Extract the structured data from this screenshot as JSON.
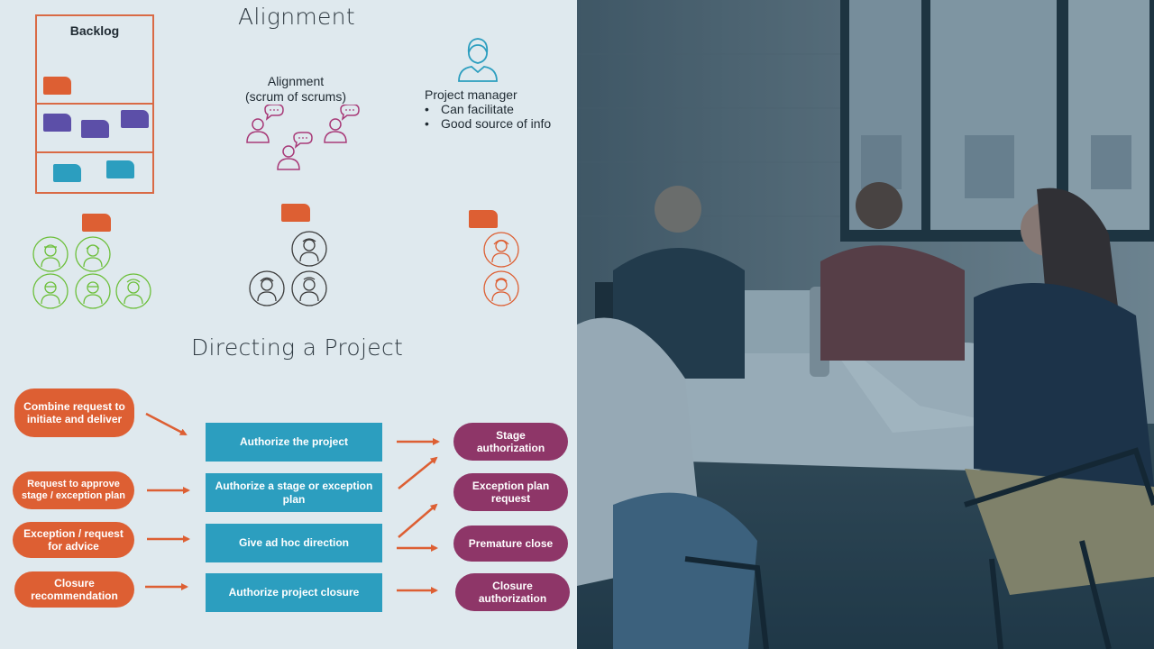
{
  "alignment_section": {
    "title": "Alignment",
    "backlog_label": "Backlog",
    "scrum_label_line1": "Alignment",
    "scrum_label_line2": "(scrum of scrums)",
    "pm_title": "Project manager",
    "pm_points": [
      "Can facilitate",
      "Good source of info"
    ],
    "colors": {
      "orange": "#dd5f33",
      "purple": "#5c4fa8",
      "teal": "#2c9ebf",
      "green": "#6cbf3a",
      "dark": "#3b3b3b"
    }
  },
  "directing_section": {
    "title": "Directing a Project",
    "inputs": [
      "Combine request to initiate and deliver",
      "Request to approve stage / exception plan",
      "Exception / request for advice",
      "Closure recommendation"
    ],
    "activities": [
      "Authorize the project",
      "Authorize a stage or exception plan",
      "Give ad hoc direction",
      "Authorize project closure"
    ],
    "outputs": [
      "Stage authorization",
      "Exception plan request",
      "Premature close",
      "Closure authorization"
    ]
  }
}
